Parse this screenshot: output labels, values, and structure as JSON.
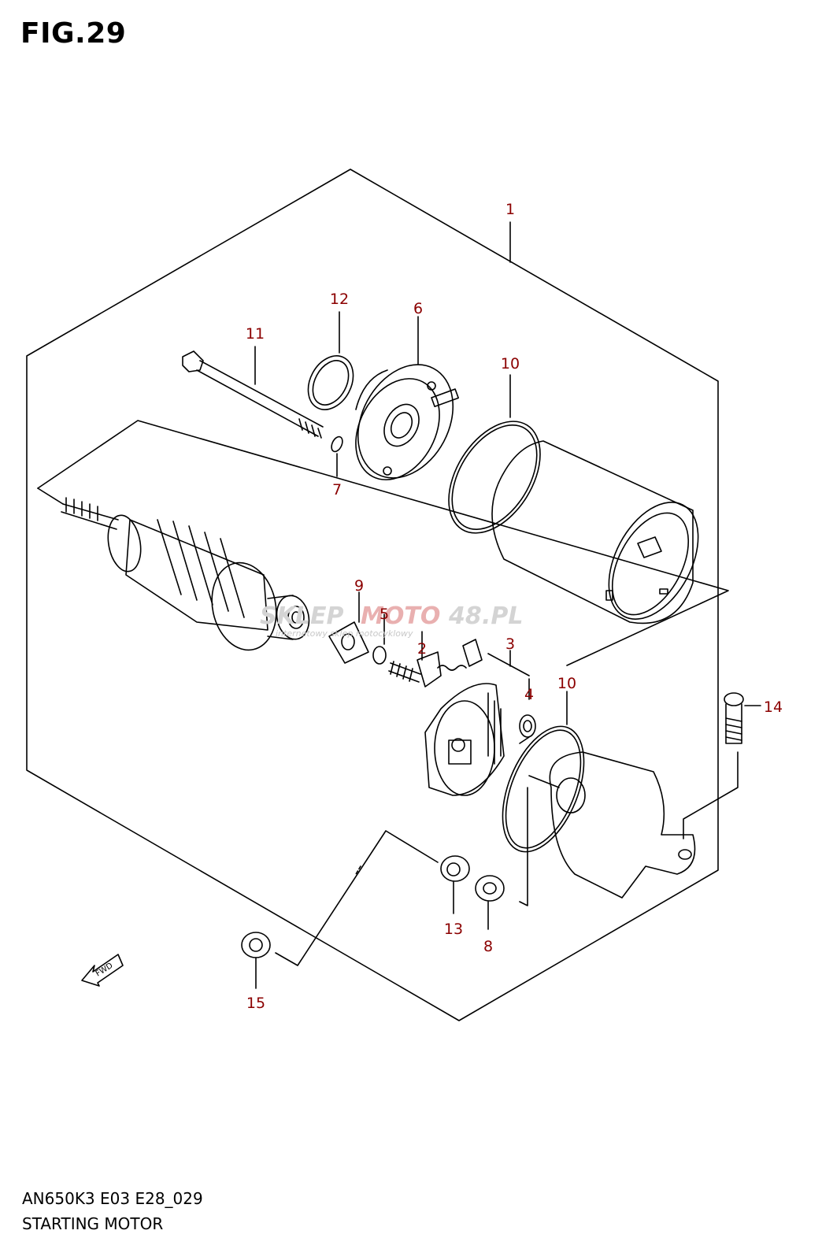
{
  "figure": {
    "title": "FIG.29",
    "model_code": "AN650K3 E03 E28_029",
    "subtitle": "STARTING MOTOR"
  },
  "callouts": [
    {
      "id": "c1",
      "label": "1"
    },
    {
      "id": "c2",
      "label": "2"
    },
    {
      "id": "c3",
      "label": "3"
    },
    {
      "id": "c4",
      "label": "4"
    },
    {
      "id": "c5",
      "label": "5"
    },
    {
      "id": "c6",
      "label": "6"
    },
    {
      "id": "c7",
      "label": "7"
    },
    {
      "id": "c8",
      "label": "8"
    },
    {
      "id": "c9",
      "label": "9"
    },
    {
      "id": "c10a",
      "label": "10"
    },
    {
      "id": "c10b",
      "label": "10"
    },
    {
      "id": "c11",
      "label": "11"
    },
    {
      "id": "c12",
      "label": "12"
    },
    {
      "id": "c13",
      "label": "13"
    },
    {
      "id": "c14",
      "label": "14"
    },
    {
      "id": "c15",
      "label": "15"
    }
  ],
  "fwd_arrow": {
    "label": "FWD"
  },
  "watermark": {
    "brand_a": "SKLEP",
    "brand_b": "MOTO",
    "brand_c": "48",
    "brand_d": ".PL",
    "tagline": "internetowy sklep motocyklowy"
  },
  "colors": {
    "callout_text": "#8b0000",
    "line_art": "#000000",
    "watermark_grey": "#c8c8c8",
    "watermark_red": "#e8a0a0"
  }
}
